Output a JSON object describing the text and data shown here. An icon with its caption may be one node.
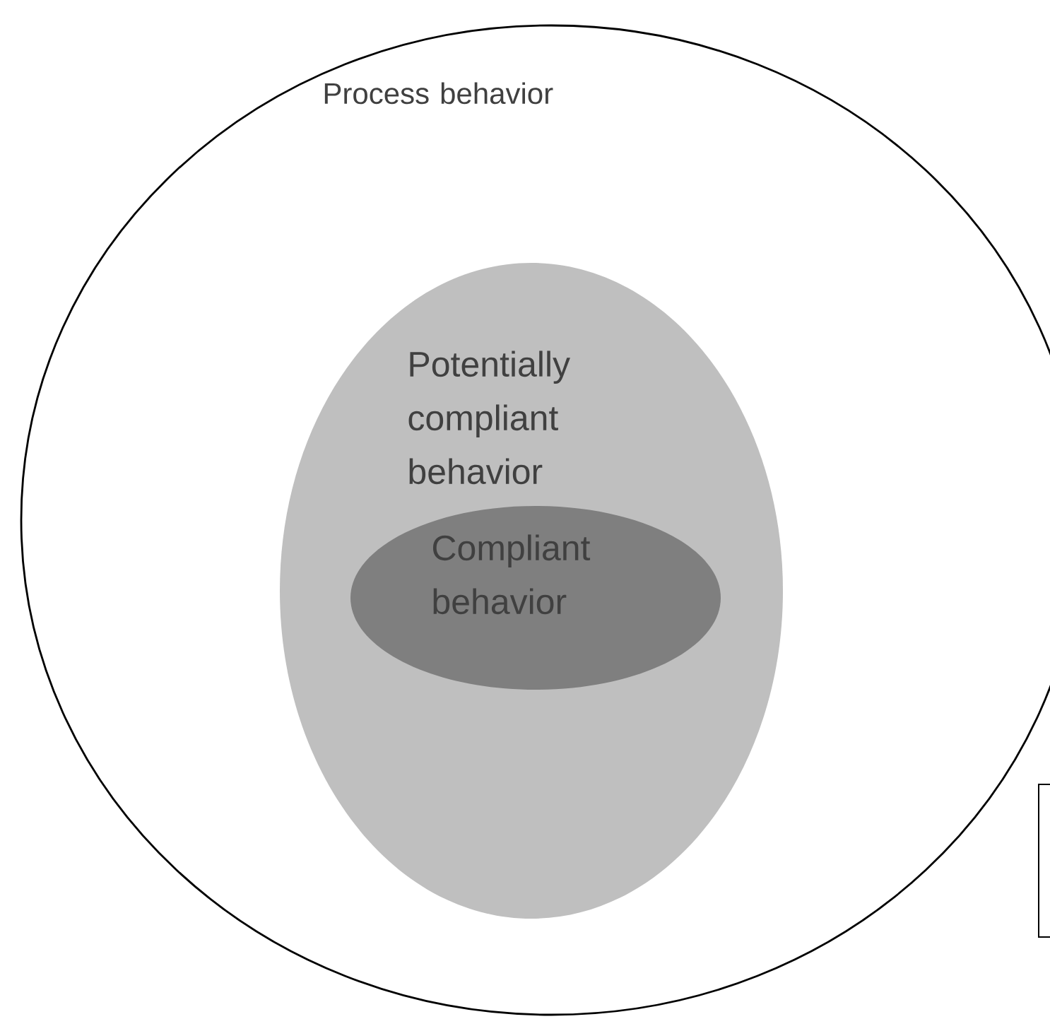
{
  "diagram": {
    "nodes": [
      {
        "text": [
          "Process behavior"
        ]
      },
      {
        "text": [
          "Potentially compliant behavior"
        ],
        "in": 0
      },
      {
        "text": [
          "Compliant behavior"
        ],
        "in": 1
      },
      {
        "text": [],
        "shape": "box"
      }
    ]
  }
}
